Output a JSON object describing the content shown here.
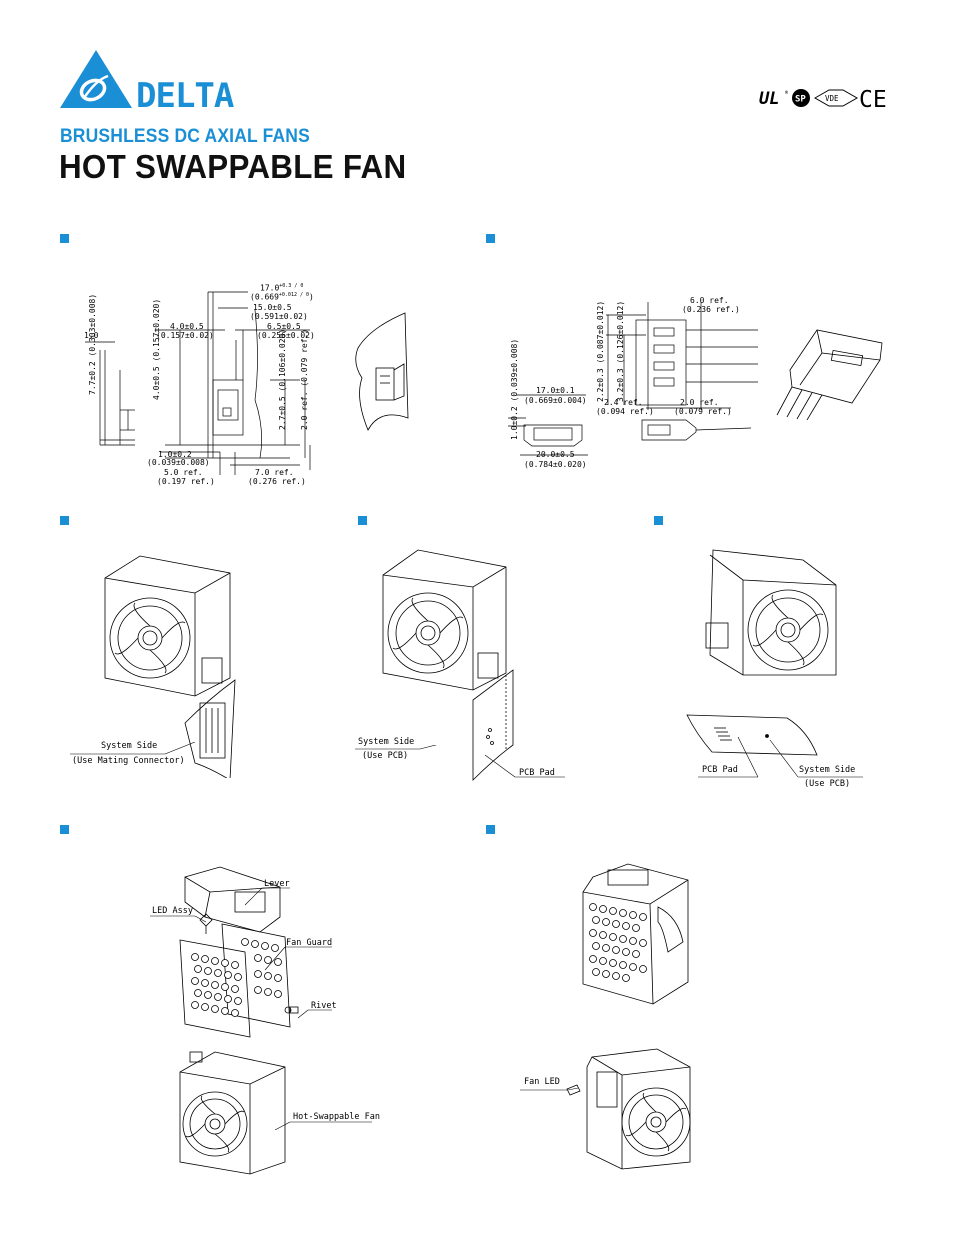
{
  "header": {
    "logo_text": "DELTA",
    "subtitle": "BRUSHLESS DC AXIAL FANS",
    "title": "HOT SWAPPABLE FAN",
    "certs": {
      "ul": "UL",
      "csa": "SP",
      "vde": "VDE",
      "ce": "CE"
    }
  },
  "colors": {
    "brand_blue": "#1a8fd6",
    "line": "#000000"
  },
  "dim_fan": {
    "d1": "1.0",
    "d2": "17.0",
    "d2_tol": "+0.3 / 0",
    "d2_in": "(0.669",
    "d2_in_tol": "+0.012 / 0",
    "d2_close": ")",
    "d3": "15.0±0.5",
    "d3_in": "(0.591±0.02)",
    "d4": "4.0±0.5",
    "d4_in": "(0.157±0.02)",
    "d5": "6.5±0.5",
    "d5_in": "(0.256±0.02)",
    "d6": "7.7±0.2",
    "d6_in": "(0.303±0.008)",
    "d7": "4.0±0.5",
    "d7_in": "(0.157±0.020)",
    "d8": "2.7±0.5",
    "d8_in": "(0.106±0.020)",
    "d9": "2.0 ref.",
    "d9_in": "(0.079 ref.)",
    "d10": "1.0±0.2",
    "d10_in": "(0.039±0.008)",
    "d11": "5.0 ref.",
    "d11_in": "(0.197 ref.)",
    "d12": "7.0 ref.",
    "d12_in": "(0.276 ref.)"
  },
  "dim_conn": {
    "c1": "1.0±0.2",
    "c1_in": "(0.039±0.008)",
    "c2": "17.0±0.1",
    "c2_in": "(0.669±0.004)",
    "c3": "20.0±0.5",
    "c3_in": "(0.784±0.020)",
    "c4": "6.0 ref.",
    "c4_in": "(0.236 ref.)",
    "c5": "2.2±0.3",
    "c5_in": "(0.087±0.012)",
    "c6": "3.2±0.3",
    "c6_in": "(0.126±0.012)",
    "c7": "2.4 ref.",
    "c7_in": "(0.094 ref.)",
    "c8": "2.0 ref.",
    "c8_in": "(0.079 ref.)"
  },
  "mount1": {
    "label1": "System Side",
    "label2": "(Use Mating Connector)"
  },
  "mount2": {
    "label1": "System Side",
    "label2": "(Use PCB)",
    "pad": "PCB Pad"
  },
  "mount3": {
    "pad": "PCB Pad",
    "label1": "System Side",
    "label2": "(Use PCB)"
  },
  "exploded": {
    "lever": "Lever",
    "led_assy": "LED Assy",
    "fan_guard": "Fan Guard",
    "rivet": "Rivet",
    "fan": "Hot-Swappable Fan"
  },
  "assembled": {
    "fan_led": "Fan LED"
  }
}
